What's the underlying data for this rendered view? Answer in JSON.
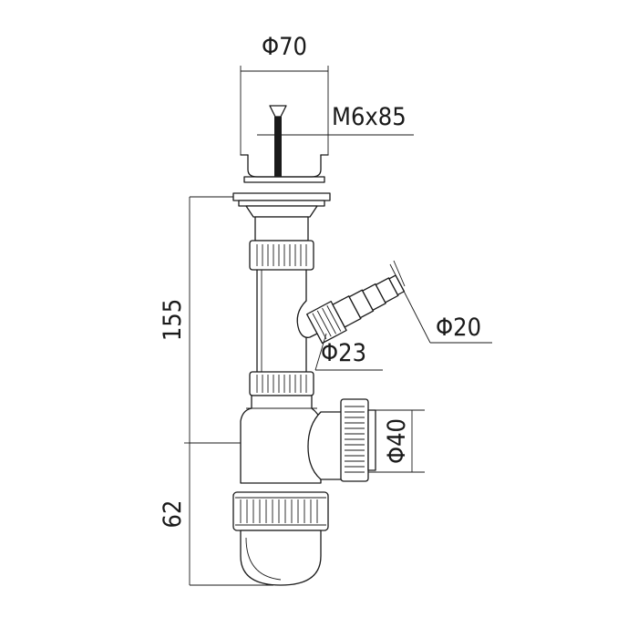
{
  "diagram": {
    "dimensions": {
      "diameter_top": "Φ70",
      "screw": "M6x85",
      "height_total": "155",
      "height_bottom": "62",
      "diameter_23": "Φ23",
      "diameter_20": "Φ20",
      "diameter_40": "Φ40"
    },
    "colors": {
      "line": "#1a1a1a",
      "background": "#ffffff"
    }
  }
}
